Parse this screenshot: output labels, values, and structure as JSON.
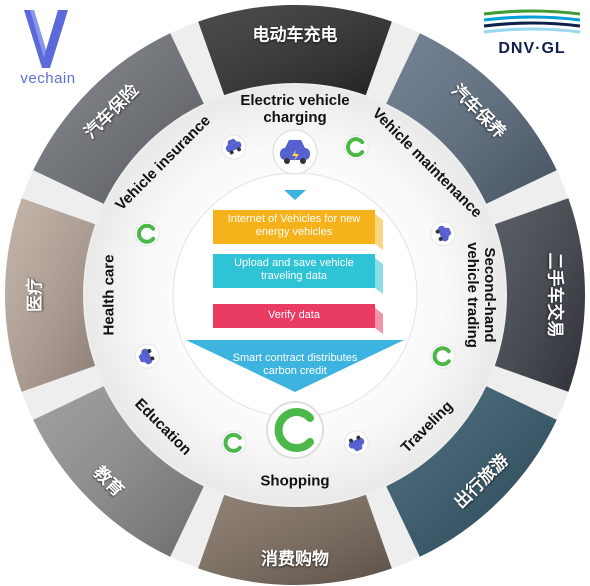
{
  "logos": {
    "vechain_text": "vechain",
    "dnvgl_text": "DNV·GL"
  },
  "sectors": [
    {
      "id": "ev-charging",
      "cn": "电动车充电",
      "en": "Electric vehicle charging"
    },
    {
      "id": "vehicle-maintenance",
      "cn": "汽车保养",
      "en": "Vehicle maintenance"
    },
    {
      "id": "second-hand-trading",
      "cn": "二手车交易",
      "en": "Second-hand vehicle trading"
    },
    {
      "id": "traveling",
      "cn": "出行旅游",
      "en": "Traveling"
    },
    {
      "id": "shopping",
      "cn": "消费购物",
      "en": "Shopping"
    },
    {
      "id": "education",
      "cn": "教育",
      "en": "Education"
    },
    {
      "id": "health-care",
      "cn": "医疗",
      "en": "Health care"
    },
    {
      "id": "vehicle-insurance",
      "cn": "汽车保险",
      "en": "Vehicle insurance"
    }
  ],
  "flow_steps": [
    {
      "text": "Internet of Vehicles for new energy vehicles",
      "color": "#f6b21b"
    },
    {
      "text": "Upload and save vehicle traveling data",
      "color": "#2ec4d6"
    },
    {
      "text": "Verify data",
      "color": "#ea3b63"
    },
    {
      "text": "Smart contract distributes carbon credit",
      "color": "#3db4e0"
    }
  ],
  "colors": {
    "accent_green": "#4cb84a",
    "accent_blue": "#5661d0",
    "ring_gray": "#f2f2f2"
  },
  "icons": {
    "car": "car-icon",
    "vechain_logo": "vechain-logo-icon"
  }
}
